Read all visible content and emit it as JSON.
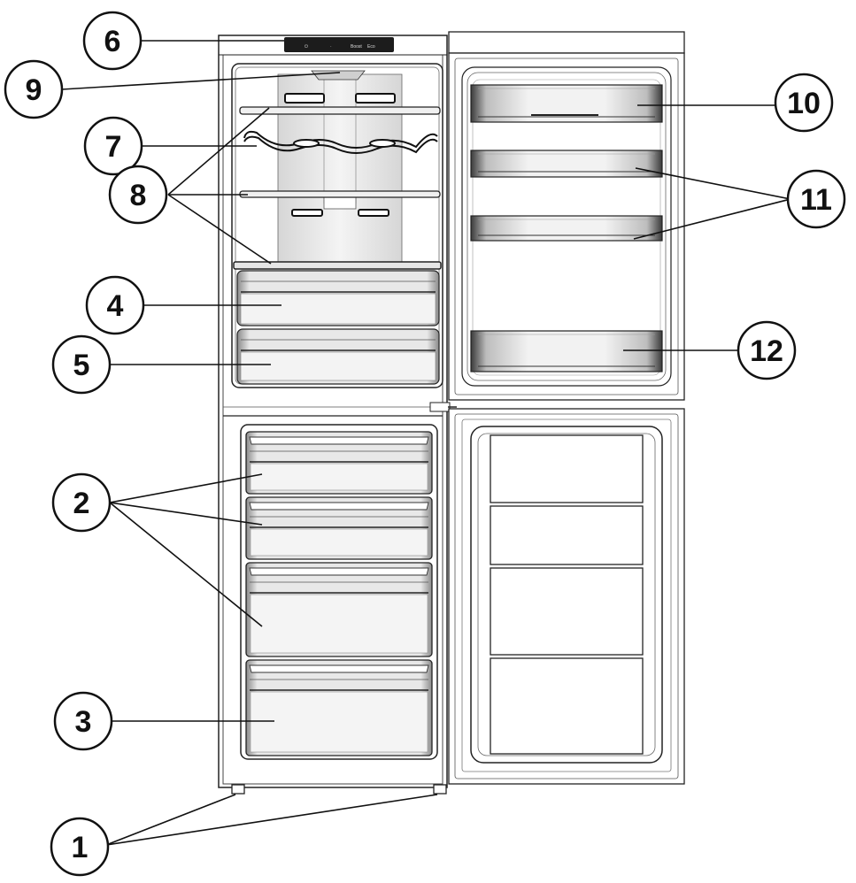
{
  "control_panel": {
    "buttons": [
      "⏻",
      "·",
      "Boost",
      "Eco"
    ]
  },
  "callouts": [
    {
      "id": "c1",
      "label": "1"
    },
    {
      "id": "c2",
      "label": "2"
    },
    {
      "id": "c3",
      "label": "3"
    },
    {
      "id": "c4",
      "label": "4"
    },
    {
      "id": "c5",
      "label": "5"
    },
    {
      "id": "c6",
      "label": "6"
    },
    {
      "id": "c7",
      "label": "7"
    },
    {
      "id": "c8",
      "label": "8"
    },
    {
      "id": "c9",
      "label": "9"
    },
    {
      "id": "c10",
      "label": "10"
    },
    {
      "id": "c11",
      "label": "11"
    },
    {
      "id": "c12",
      "label": "12"
    }
  ]
}
